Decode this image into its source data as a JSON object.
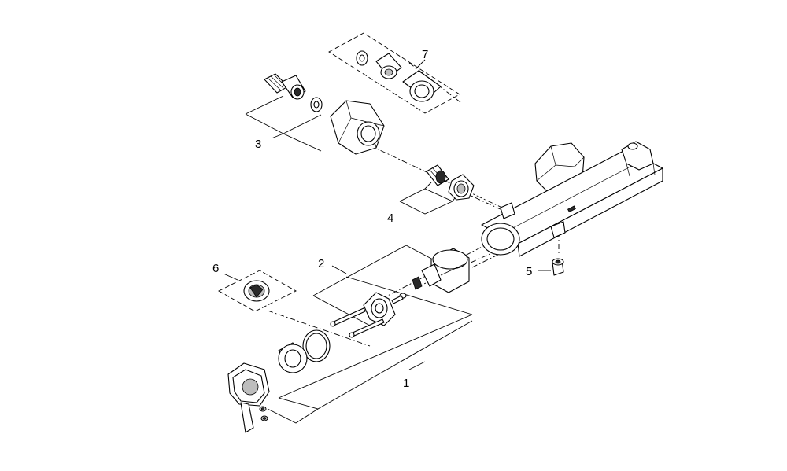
{
  "callouts": [
    {
      "id": "1",
      "label": "1"
    },
    {
      "id": "2",
      "label": "2"
    },
    {
      "id": "3",
      "label": "3"
    },
    {
      "id": "4",
      "label": "4"
    },
    {
      "id": "5",
      "label": "5"
    },
    {
      "id": "6",
      "label": "6"
    },
    {
      "id": "7",
      "label": "7"
    }
  ],
  "brand_mark": "",
  "colors": {
    "line": "#000000",
    "background": "#ffffff",
    "shade": "#bdbdbd"
  }
}
